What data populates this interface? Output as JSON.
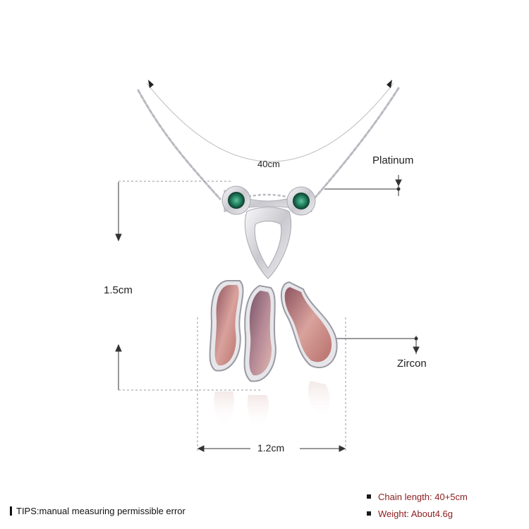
{
  "labels": {
    "chain_length_arc": "40cm",
    "material": "Platinum",
    "height": "1.5cm",
    "stone": "Zircon",
    "width": "1.2cm"
  },
  "footer": {
    "tips": "TIPS:manual measuring permissible error",
    "specs": [
      "Chain length: 40+5cm",
      "Weight: About4.6g"
    ]
  },
  "colors": {
    "spec_text": "#8a1d1d",
    "stone_pink": "#c98a86",
    "stone_mauve": "#9c6e78",
    "eye_stone": "#1f7a5a",
    "metal": "#d9d9de"
  }
}
